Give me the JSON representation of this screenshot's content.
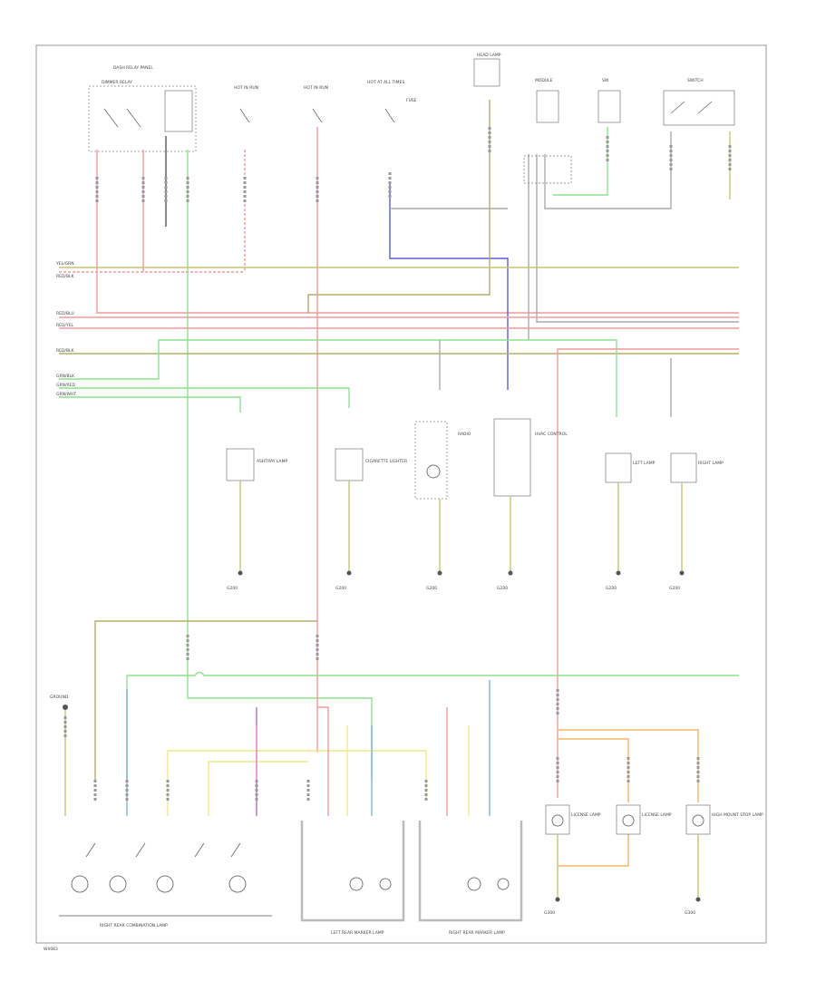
{
  "colors": {
    "red": "#f29a9a",
    "yellow_green": "#c8c470",
    "olive": "#b6ad6a",
    "green": "#8ee08e",
    "pink": "#f48ad0",
    "blue": "#5a5ad8",
    "light_blue": "#7ab6e6",
    "yellow": "#efe98a",
    "orange": "#f5b46a",
    "violet": "#b070c0",
    "gray": "#aaaaaa",
    "black": "#333333"
  },
  "labels": {
    "top_header": "DASH RELAY PANEL",
    "relay_module": "DIMMER RELAY",
    "fuse_a": "HOT IN RUN",
    "fuse_b": "HOT IN RUN",
    "fuse_c": "HOT AT ALL TIMES",
    "fuse_d": "FUSE",
    "comp_a": "HEAD LAMP",
    "comp_b": "MODULE",
    "comp_c": "SW",
    "comp_d": "SWITCH",
    "lamp_1": "ASHTRAY LAMP",
    "lamp_2": "CIGARETTE LIGHTER",
    "lamp_3": "RADIO",
    "lamp_4": "HVAC CONTROL",
    "lamp_5": "LEFT LAMP",
    "lamp_6": "RIGHT LAMP",
    "ground": "GROUND",
    "g_label_1": "G200",
    "g_label_2": "G200",
    "g_label_3": "G200",
    "g_label_4": "G200",
    "g_label_5": "G200",
    "g_label_6": "G200",
    "g_label_7": "G300",
    "g_label_8": "G300",
    "bottom_1": "RIGHT REAR COMBINATION LAMP",
    "bottom_2": "LEFT REAR MARKER LAMP",
    "bottom_3": "RIGHT REAR MARKER LAMP",
    "bottom_4": "LICENSE LAMP",
    "bottom_5": "LICENSE LAMP",
    "bottom_6": "HIGH MOUNT STOP LAMP",
    "bus_1": "YEL/GRN",
    "bus_2": "RED/BLK",
    "bus_3": "RED/BLU",
    "bus_4": "RED/YEL",
    "bus_5": "RED/BLK",
    "bus_6": "GRN/BLK",
    "bus_7": "GRN/RED",
    "bus_8": "GRN/WHT",
    "corner_code": "W0083"
  },
  "icons": [
    "ground-icon",
    "lamp-icon",
    "fuse-icon",
    "switch-icon",
    "connector-icon"
  ]
}
